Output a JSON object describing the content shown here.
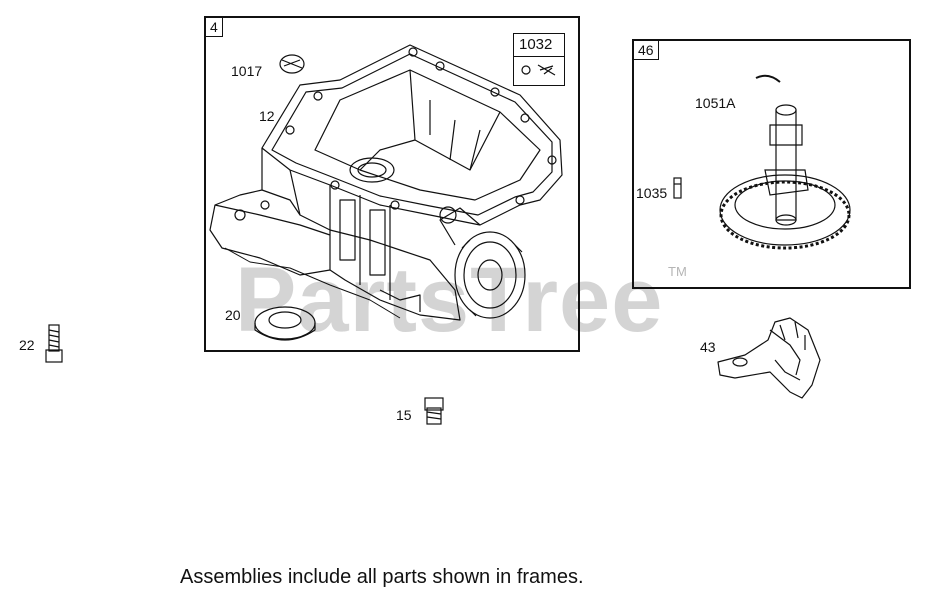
{
  "frames": {
    "crankcase": {
      "tag": "4"
    },
    "camshaft": {
      "tag": "46"
    },
    "valve_kit": {
      "tag": "1032"
    }
  },
  "callouts": {
    "p1017": "1017",
    "p12": "12",
    "p20": "20",
    "p1051a": "1051A",
    "p1035": "1035",
    "p22": "22",
    "p43": "43",
    "p15": "15"
  },
  "watermark": {
    "text": "PartsTree",
    "tm": "TM"
  },
  "caption": "Assemblies include all parts shown in frames.",
  "colors": {
    "line": "#111111",
    "frame": "#111111",
    "watermark": "#a0a0a0"
  }
}
